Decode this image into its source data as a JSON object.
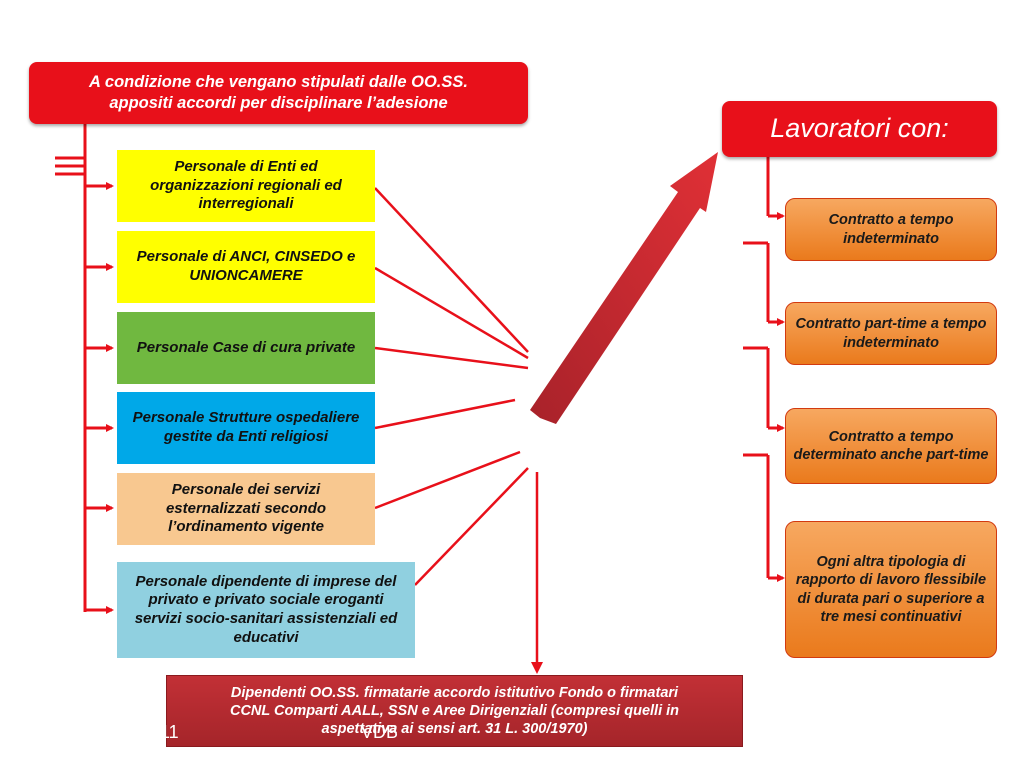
{
  "top_condition": {
    "line1": "A condizione che vengano stipulati dalle OO.SS.",
    "line2": "appositi accordi per disciplinare l’adesione"
  },
  "left_categories": [
    {
      "text": "Personale di Enti ed organizzazioni regionali ed interregionali",
      "color": "#ffff00"
    },
    {
      "text": "Personale di ANCI, CINSEDO e UNIONCAMERE",
      "color": "#ffff00"
    },
    {
      "text": "Personale Case di cura private",
      "color": "#70b840"
    },
    {
      "text": "Personale Strutture ospedaliere gestite da Enti religiosi",
      "color": "#00a8e8"
    },
    {
      "text": "Personale dei servizi esternalizzati secondo l’ordinamento vigente",
      "color": "#f8c890"
    },
    {
      "text": "Personale dipendente di imprese del privato e privato sociale eroganti servizi socio-sanitari assistenziali ed educativi",
      "color": "#90d0e0"
    }
  ],
  "workers_title": "Lavoratori con:",
  "contract_types": [
    "Contratto a tempo indeterminato",
    "Contratto part-time a tempo indeterminato",
    "Contratto a tempo determinato anche part-time",
    "Ogni altra tipologia di rapporto di lavoro flessibile di durata pari o superiore a tre mesi continuativi"
  ],
  "bottom_box": {
    "line1": "Dipendenti OO.SS. firmatarie accordo istitutivo Fondo o firmatari",
    "line2": "CCNL Comparti AALL, SSN e Aree Dirigenziali (compresi quelli in",
    "line3": "aspettativa ai sensi art. 31 L. 300/1970)"
  },
  "footer": {
    "page_number": "11",
    "author": "VDB"
  },
  "colors": {
    "red": "#e8101a",
    "dark_red_arrow": "#c8242a",
    "bottom_box": "#b52a2e"
  },
  "icons": [
    "menu-lines-icon",
    "diagonal-arrow-icon"
  ]
}
